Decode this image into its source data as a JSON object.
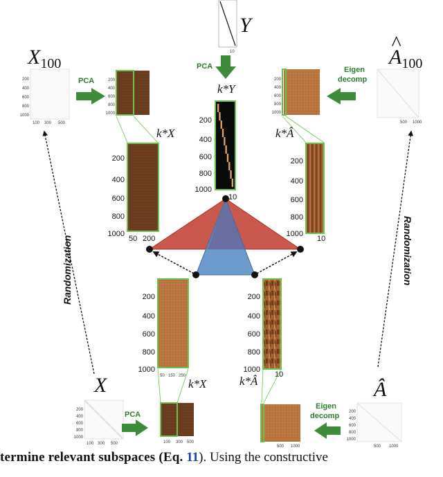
{
  "labels": {
    "x100": "X100",
    "a100": "Â100",
    "y": "Y",
    "x": "X",
    "a": "Â",
    "k_y": "k*Y",
    "k_x": "k*X",
    "k_a": "k*Â"
  },
  "arrow_labels": {
    "pca": "PCA",
    "eigen_line1": "Eigen",
    "eigen_line2": "decomp",
    "randomization": "Randomization"
  },
  "ticks": {
    "x100_small": [
      "200",
      "400",
      "600",
      "800",
      "1000"
    ],
    "x100_small_x": [
      "100",
      "300",
      "500"
    ],
    "a100_small_x": [
      "500",
      "1000"
    ],
    "y_top_x": "10",
    "left_block_y": [
      "200",
      "400",
      "600",
      "800",
      "1000"
    ],
    "left_block_x": [
      "50",
      "200"
    ],
    "center_block_x": "10",
    "right_block_x": "10",
    "lower_left_x": [
      "50",
      "150",
      "250"
    ],
    "lower_right_x": "10",
    "bottom_left_x": [
      "100",
      "300",
      "500"
    ],
    "bottom_right_x": [
      "500",
      "1000"
    ]
  },
  "caption": {
    "bold_part": "termine relevant subspaces (Eq.",
    "ref": "11",
    "rest": "). Using the constructive"
  },
  "colors": {
    "green_frame": "#6cc24a",
    "green_arrow": "#3c8c3a",
    "brown_dark": "#6b3d1f",
    "brown_mid": "#9a5a32",
    "orange": "#b8753f",
    "red_triangle": "#c0392b",
    "blue_triangle": "#5b8fc7"
  }
}
